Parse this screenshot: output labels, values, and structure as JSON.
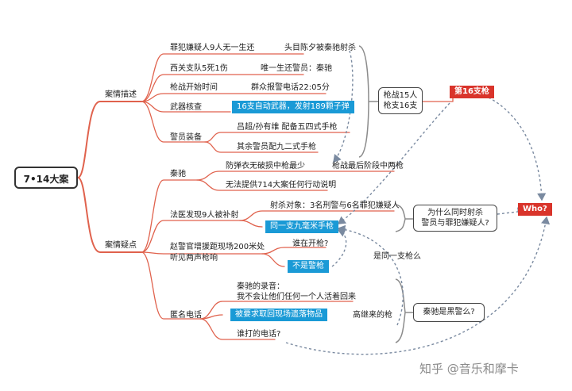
{
  "root": "7•14大案",
  "branches": {
    "desc": "案情描述",
    "doubt": "案情疑点"
  },
  "desc_items": {
    "suspects": "罪犯嫌疑人9人无一生还",
    "suspects_note": "头目陈夕被秦驰射杀",
    "police": "西关支队5死1伤",
    "police_note": "唯一生还警员：秦驰",
    "time": "枪战开始时间",
    "time_note": "群众报警电话22:05分",
    "weapons": "武器核查",
    "weapons_note": "16支自动武器，发射189颗子弹",
    "equip": "警员装备",
    "equip_note1": "吕超/孙有维 配备五四式手枪",
    "equip_note2": "其余警员配九二式手枪"
  },
  "summary_box": {
    "line1": "枪战15人",
    "line2": "枪支16支"
  },
  "gun16": "第16支枪",
  "who": "Who?",
  "doubt_items": {
    "qinchi": "秦驰",
    "qinchi_note1": "防弹衣无破损中枪最少",
    "qinchi_note1b": "枪战最后阶段中两枪",
    "qinchi_note2": "无法提供714大案任何行动说明",
    "forensic": "法医发现9人被补射",
    "forensic_note": "射杀对象：3名刑警与6名罪犯嫌疑人",
    "forensic_hl": "同一支九毫米手枪",
    "zhao_line1": "赵警官增援距现场200米处",
    "zhao_line2": "听见两声枪响",
    "who_shot": "谁在开枪?",
    "not_police": "不是警枪",
    "same_gun": "是同一支枪么",
    "anon": "匿名电话",
    "tape1": "秦驰的录音：",
    "tape2": "我不会让他们任何一个人活着回来",
    "recover": "被要求取回现场遗落物品",
    "gaojie": "高继来的枪",
    "who_called": "谁打的电话?"
  },
  "question1": {
    "line1": "为什么同时射杀",
    "line2": "警员与罪犯嫌疑人?"
  },
  "question2": "秦驰是黑警么?",
  "watermark": "知乎 @音乐和摩卡",
  "colors": {
    "branch": "#e0624d",
    "highlight": "#1a9ad6",
    "alert": "#d9342b",
    "bracket": "#8c8c8c"
  }
}
